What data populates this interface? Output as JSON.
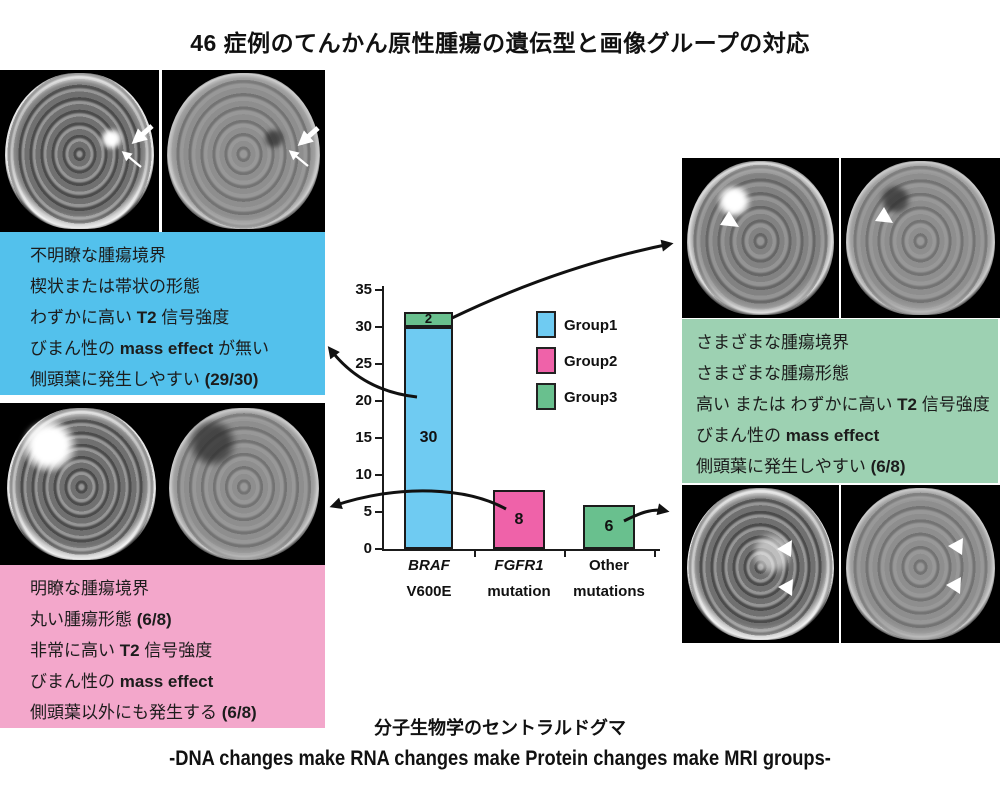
{
  "title": "46 症例のてんかん原性腫瘍の遺伝型と画像グループの対応",
  "boxes": {
    "group1": {
      "color": "#53c1ec",
      "lines": [
        {
          "pre": "不明瞭な腫瘍境界",
          "bold": "",
          "post": ""
        },
        {
          "pre": "楔状または帯状の形態",
          "bold": "",
          "post": ""
        },
        {
          "pre": "わずかに高い ",
          "bold": "T2",
          "post": " 信号強度"
        },
        {
          "pre": "びまん性の ",
          "bold": "mass effect",
          "post": " が無い"
        },
        {
          "pre": "側頭葉に発生しやすい ",
          "bold": "(29/30)",
          "post": ""
        }
      ]
    },
    "group2": {
      "color": "#f3a7cb",
      "lines": [
        {
          "pre": "明瞭な腫瘍境界",
          "bold": "",
          "post": ""
        },
        {
          "pre": "丸い腫瘍形態 ",
          "bold": "(6/8)",
          "post": ""
        },
        {
          "pre": "非常に高い ",
          "bold": "T2",
          "post": " 信号強度"
        },
        {
          "pre": "びまん性の ",
          "bold": "mass effect",
          "post": ""
        },
        {
          "pre": "側頭葉以外にも発生する ",
          "bold": "(6/8)",
          "post": ""
        }
      ]
    },
    "group3": {
      "color": "#9dd1b2",
      "lines": [
        {
          "pre": "さまざまな腫瘍境界",
          "bold": "",
          "post": ""
        },
        {
          "pre": "さまざまな腫瘍形態",
          "bold": "",
          "post": ""
        },
        {
          "pre": "高い または わずかに高い ",
          "bold": "T2",
          "post": " 信号強度"
        },
        {
          "pre": "びまん性の ",
          "bold": "mass effect",
          "post": ""
        },
        {
          "pre": "側頭葉に発生しやすい ",
          "bold": "(6/8)",
          "post": ""
        }
      ]
    }
  },
  "chart_data": {
    "type": "stacked-bar",
    "title": "",
    "xlabel": "",
    "ylabel": "",
    "ylim": [
      0,
      35
    ],
    "yticks": [
      0,
      5,
      10,
      15,
      20,
      25,
      30,
      35
    ],
    "grid": false,
    "legend_position": "upper-right",
    "legend": [
      {
        "label": "Group1",
        "color": "#6fcbf2"
      },
      {
        "label": "Group2",
        "color": "#ef62a9"
      },
      {
        "label": "Group3",
        "color": "#69c08e"
      }
    ],
    "categories": [
      {
        "line1": "BRAF",
        "line2": "V600E",
        "italic": true
      },
      {
        "line1": "FGFR1",
        "line2": "mutation",
        "italic": true
      },
      {
        "line1": "Other",
        "line2": "mutations",
        "italic": false
      }
    ],
    "bars": [
      {
        "category": "BRAF V600E",
        "segments": [
          {
            "group": "Group1",
            "value": 30
          },
          {
            "group": "Group3",
            "value": 2
          }
        ]
      },
      {
        "category": "FGFR1 mutation",
        "segments": [
          {
            "group": "Group2",
            "value": 8
          }
        ]
      },
      {
        "category": "Other mutations",
        "segments": [
          {
            "group": "Group3",
            "value": 6
          }
        ]
      }
    ]
  },
  "footer": {
    "caption_jp": "分子生物学のセントラルドグマ",
    "caption_en": "-DNA changes make RNA changes make Protein changes make MRI groups-"
  }
}
